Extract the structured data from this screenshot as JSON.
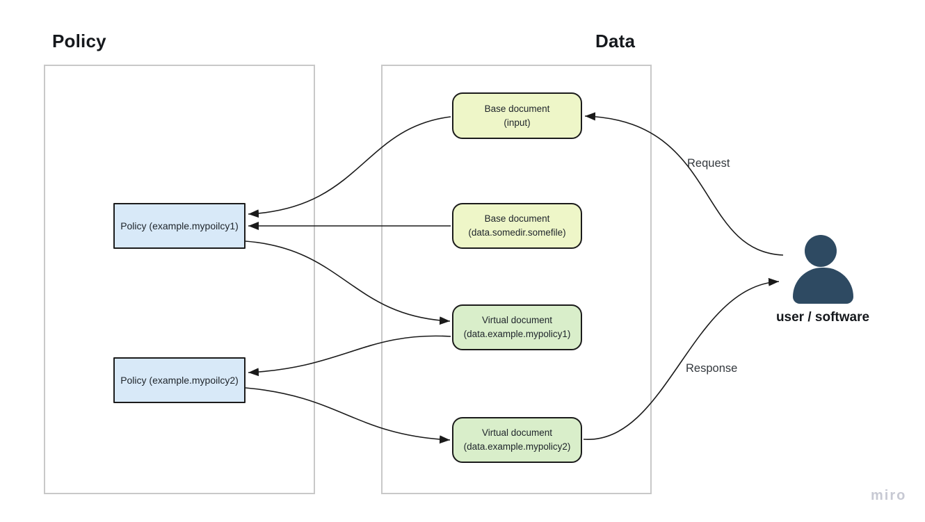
{
  "sections": {
    "policy": {
      "title": "Policy"
    },
    "data": {
      "title": "Data"
    }
  },
  "nodes": {
    "base_input": {
      "line1": "Base document",
      "line2": "(input)"
    },
    "base_somefile": {
      "line1": "Base document",
      "line2": "(data.somedir.somefile)"
    },
    "virtual1": {
      "line1": "Virtual document",
      "line2": "(data.example.mypolicy1)"
    },
    "virtual2": {
      "line1": "Virtual document",
      "line2": "(data.example.mypolicy2)"
    },
    "policy1": {
      "label": "Policy (example.mypoilcy1)"
    },
    "policy2": {
      "label": "Policy (example.mypoilcy2)"
    }
  },
  "actor": {
    "label": "user / software",
    "icon": "person-icon"
  },
  "edges": [
    {
      "from": "user_software",
      "to": "base_input",
      "label": "Request"
    },
    {
      "from": "base_input",
      "to": "policy1",
      "label": ""
    },
    {
      "from": "base_somefile",
      "to": "policy1",
      "label": ""
    },
    {
      "from": "policy1",
      "to": "virtual1",
      "label": ""
    },
    {
      "from": "virtual1",
      "to": "policy2",
      "label": ""
    },
    {
      "from": "policy2",
      "to": "virtual2",
      "label": ""
    },
    {
      "from": "virtual2",
      "to": "user_software",
      "label": "Response"
    }
  ],
  "watermark": "miro",
  "colors": {
    "base_fill": "#eef6c8",
    "virtual_fill": "#d9eeca",
    "policy_fill": "#d8e9f8",
    "node_border": "#1b1b1b",
    "container_border": "#c8c8c8",
    "arrow": "#1a1a1a",
    "actor": "#2e4a62",
    "watermark": "#c7c9d3"
  }
}
